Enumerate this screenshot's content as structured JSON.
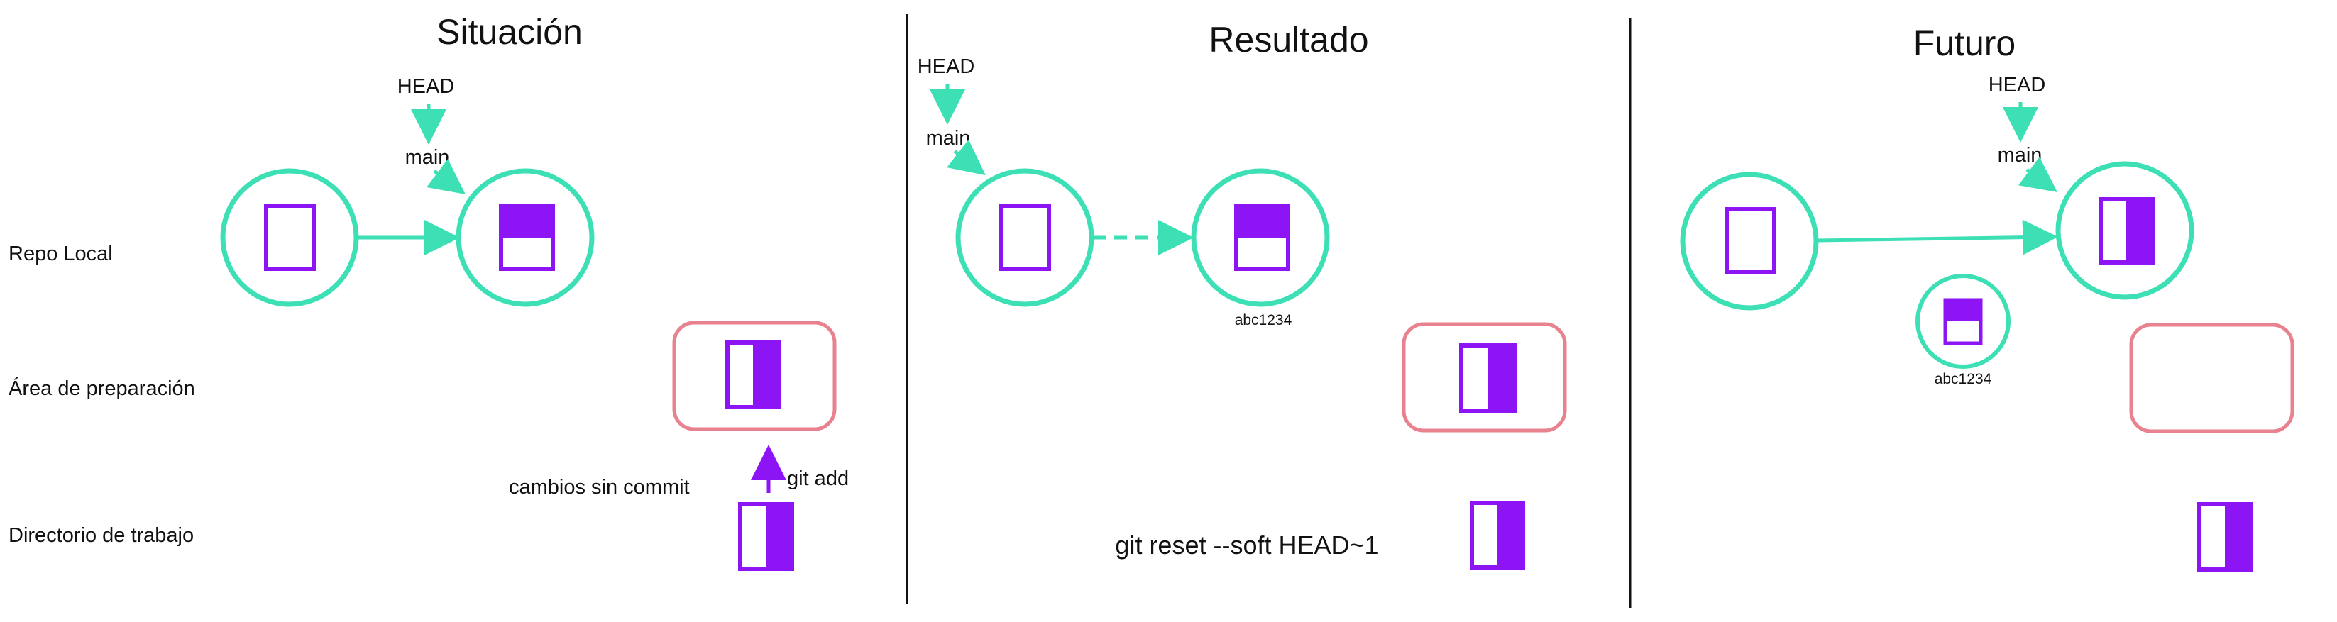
{
  "colors": {
    "commit": "#3ddfb5",
    "file": "#8d15f5",
    "staging_box": "#e8828f",
    "text": "#111111",
    "divider": "#111111"
  },
  "rows": {
    "repo": "Repo Local",
    "staging": "Área de preparación",
    "workdir": "Directorio de trabajo"
  },
  "panel_situacion": {
    "title": "Situación",
    "head": "HEAD",
    "branch": "main",
    "changes_label": "cambios sin commit",
    "git_add": "git add"
  },
  "panel_resultado": {
    "title": "Resultado",
    "head": "HEAD",
    "branch": "main",
    "commit_hash": "abc1234",
    "command": "git reset --soft HEAD~1"
  },
  "panel_futuro": {
    "title": "Futuro",
    "head": "HEAD",
    "branch": "main",
    "commit_hash": "abc1234"
  }
}
